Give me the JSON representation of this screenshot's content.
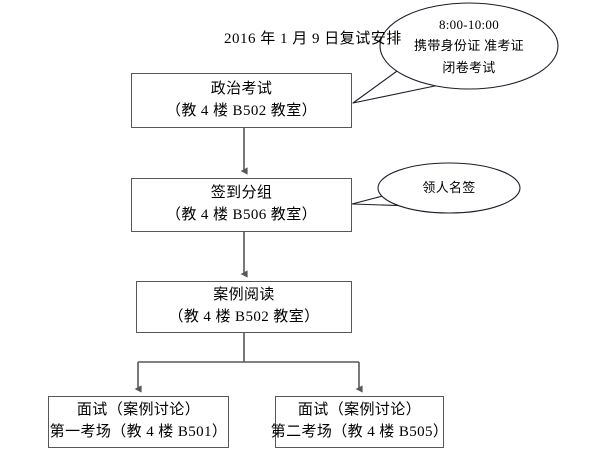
{
  "diagram": {
    "title": "2016 年 1 月 9 日复试安排",
    "nodes": [
      {
        "id": "politics-exam",
        "line1": "政治考试",
        "line2": "（教 4 楼 B502 教室）"
      },
      {
        "id": "signin-grouping",
        "line1": "签到分组",
        "line2": "（教 4 楼 B506 教室）"
      },
      {
        "id": "case-reading",
        "line1": "案例阅读",
        "line2": "（教 4 楼 B502 教室）"
      },
      {
        "id": "interview-room-1",
        "line1": "面试（案例讨论）",
        "line2": "第一考场（教 4 楼 B501）"
      },
      {
        "id": "interview-room-2",
        "line1": "面试（案例讨论）",
        "line2": "第二考场（教 4 楼 B505）"
      }
    ],
    "callouts": [
      {
        "id": "exam-notes",
        "line1": "8:00-10:00",
        "line2": "携带身份证 准考证",
        "line3": "闭卷考试"
      },
      {
        "id": "nametag-note",
        "line1": "领人名签"
      }
    ],
    "colors": {
      "stroke": "#585858",
      "bubble_stroke": "#1d1d2b",
      "text": "#000000",
      "background": "#ffffff"
    }
  }
}
